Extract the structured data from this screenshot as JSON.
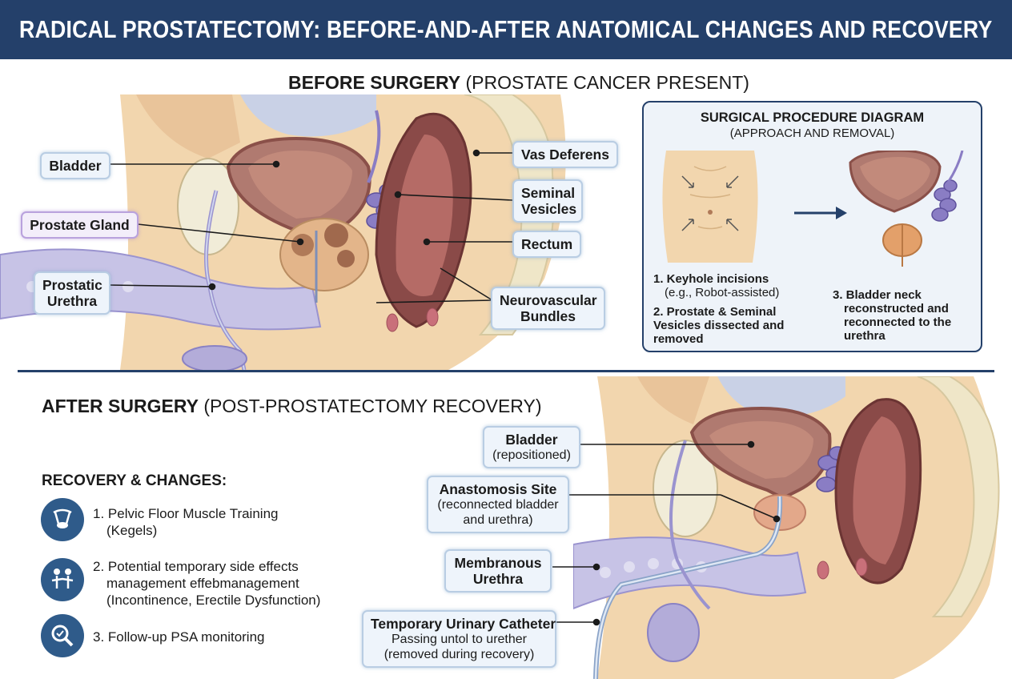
{
  "title": "RADICAL PROSTATECTOMY: BEFORE-AND-AFTER ANATOMICAL CHANGES AND RECOVERY",
  "before": {
    "heading_bold": "BEFORE SURGERY",
    "heading_normal": "(PROSTATE CANCER PRESENT)",
    "labels": {
      "bladder": "Bladder",
      "prostate_gland": "Prostate Gland",
      "prostatic_urethra_1": "Prostatic",
      "prostatic_urethra_2": "Urethra",
      "vas_deferens": "Vas Deferens",
      "seminal_vesicles_1": "Seminal",
      "seminal_vesicles_2": "Vesicles",
      "rectum": "Rectum",
      "neurovascular_1": "Neurovascular",
      "neurovascular_2": "Bundles"
    }
  },
  "procedure": {
    "title": "SURGICAL PROCEDURE DIAGRAM",
    "subtitle": "(APPROACH AND REMOVAL)",
    "step1_line1": "1. Keyhole incisions",
    "step1_line2": "(e.g., Robot-assisted)",
    "step2_line1": "2. Prostate & Seminal",
    "step2_line2": "Vesicles dissected and",
    "step2_line3": "removed",
    "step3_line1": "3. Bladder neck",
    "step3_line2": "reconstructed and",
    "step3_line3": "reconnected to the",
    "step3_line4": "urethra"
  },
  "after": {
    "heading_bold": "AFTER SURGERY",
    "heading_normal": "(POST-PROSTATECTOMY RECOVERY)",
    "labels": {
      "bladder": "Bladder",
      "bladder_sub": "(repositioned)",
      "anastomosis": "Anastomosis Site",
      "anastomosis_sub1": "(reconnected bladder",
      "anastomosis_sub2": "and urethra)",
      "membranous_1": "Membranous",
      "membranous_2": "Urethra",
      "catheter": "Temporary Urinary Catheter",
      "catheter_sub1": "Passing untol to urether",
      "catheter_sub2": "(removed during recovery)"
    }
  },
  "recovery": {
    "title": "RECOVERY & CHANGES:",
    "item1_line1": "1. Pelvic Floor Muscle Training",
    "item1_line2": "(Kegels)",
    "item2_line1": "2. Potential temporary side effects",
    "item2_line2": "management effebmanagement",
    "item2_line3": "(Incontinence, Erectile Dysfunction)",
    "item3_line1": "3. Follow-up PSA monitoring"
  },
  "colors": {
    "header_bg": "#24406a",
    "label_bg": "#eef4fb",
    "icon_bg": "#2f5b8a",
    "tissue": "#f3d7b1",
    "bladder": "#b07a70",
    "vesicles": "#8a7dc4"
  }
}
